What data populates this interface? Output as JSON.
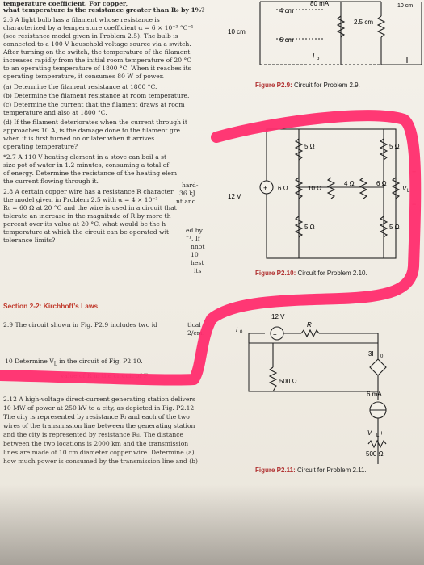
{
  "left_column": [
    "temperature coefficient. For copper,",
    "what temperature is the resistance greater than R₀ by 1%?",
    "2.6  A light bulb has a filament whose resistance is",
    "characterized by a temperature coefficient α = 6 × 10⁻³ °C⁻¹",
    "(see resistance model given in Problem 2.5). The bulb is",
    "connected to a 100 V household voltage source via a switch.",
    "After turning on the switch, the temperature of the filament",
    "increases rapidly from the initial room temperature of 20 °C",
    "to an operating temperature of 1800 °C. When it reaches its",
    "operating temperature, it consumes 80 W of power.",
    "(a) Determine the filament resistance at 1800 °C.",
    "(b) Determine the filament resistance at room temperature.",
    "(c) Determine the current that the filament draws at room",
    "     temperature and also at 1800 °C.",
    "(d) If the filament deteriorates when the current through it",
    "     approaches 10 A, is the damage done to the filament gre",
    "     when it is first turned on or later when it arrives",
    "     operating temperature?",
    "*2.7  A 110 V heating element in a stove can boil a st",
    "size pot of water in 1.2 minutes, consuming a total of",
    "of energy. Determine the resistance of the heating elem",
    "the current flowing through it.",
    "2.8  A certain copper wire has a resistance R character",
    "the model given in Problem 2.5 with α = 4 × 10⁻³",
    "R₀ = 60 Ω at 20 °C and the wire is used in a circuit that",
    "tolerate an increase in the magnitude of R by more th",
    "percent over its value at 20 °C, what would be the h",
    "temperature at which the circuit can be operated wit",
    "tolerance limits?"
  ],
  "left_col_fragments": {
    "hard": "hard-",
    "kj": "36 kJ",
    "and": "nt and",
    "ed_by": "ed by",
    "c1": "⁻¹. If",
    "cannot": "nnot",
    "ten": "10",
    "hest": "hest",
    "its": "its"
  },
  "section_title": "Section 2-2: Kirchhoff’s Laws",
  "p29": "2.9  The circuit shown in Fig. P2.9 includes two id",
  "p29_tail": "tical",
  "p29_tail2": "2/cm.",
  "p210": "10  Determine V",
  "p210_sub": "L",
  "p210_rest": " in the circuit of Fig. P2.10.",
  "p211_cut": "value of R in the circuit of F",
  "p212": [
    "2.12  A high-voltage direct-current generating station delivers",
    "10 MW of power at 250 kV to a city, as depicted in Fig. P2.12.",
    "The city is represented by resistance Rₗ and each of the two",
    "wires of the transmission line between the generating station",
    "and the city is represented by resistance Rₜₗ. The distance",
    "between the two locations is 2000 km and the transmission",
    "lines are made of 10 cm diameter copper wire. Determine (a)",
    "how much power is consumed by the transmission line and (b)"
  ],
  "fig29": {
    "caption_bold": "Figure P2.9:",
    "caption_text": " Circuit for Problem 2.9.",
    "labels": {
      "top_current": "80 mA",
      "w1": "4 cm",
      "h1": "10 cm",
      "w2": "6 cm",
      "w3": "2.5 cm",
      "ib": "I",
      "ib_sub": "b",
      "corner": "10 cm"
    }
  },
  "fig210": {
    "caption_bold": "Figure P2.10:",
    "caption_text": " Circuit for Problem 2.10.",
    "labels": {
      "source": "12 V",
      "r1": "5 Ω",
      "r2": "5 Ω",
      "r3": "6 Ω",
      "r4": "10 Ω",
      "r5": "4 Ω",
      "r6": "6 Ω",
      "r7": "5 Ω",
      "r8": "5 Ω",
      "vl": "V",
      "vl_sub": "L",
      "plus": "+",
      "minus": "−"
    }
  },
  "fig211": {
    "caption_bold": "Figure P2.11:",
    "caption_text": " Circuit for Problem 2.11.",
    "labels": {
      "src": "12 V",
      "R": "R",
      "i0": "I",
      "i0_sub": "0",
      "dep": "3I",
      "dep_sub": "0",
      "r500a": "500 Ω",
      "cs": "6 mA",
      "vl": "− V",
      "vl_sub": "L",
      "vl_plus": " +",
      "r500b": "500 Ω"
    }
  },
  "colors": {
    "highlight": "#ff2d6e",
    "section": "#c0392b",
    "caption_bold": "#b03030"
  }
}
